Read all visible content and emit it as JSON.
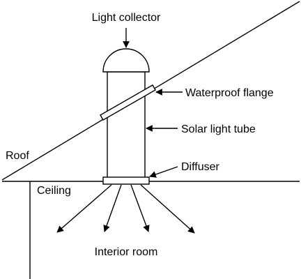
{
  "labels": {
    "light_collector": "Light collector",
    "waterproof_flange": "Waterproof flange",
    "solar_light_tube": "Solar light tube",
    "roof": "Roof",
    "diffuser": "Diffuser",
    "ceiling": "Ceiling",
    "interior_room": "Interior room"
  },
  "colors": {
    "line": "#000000",
    "background": "#ffffff"
  }
}
